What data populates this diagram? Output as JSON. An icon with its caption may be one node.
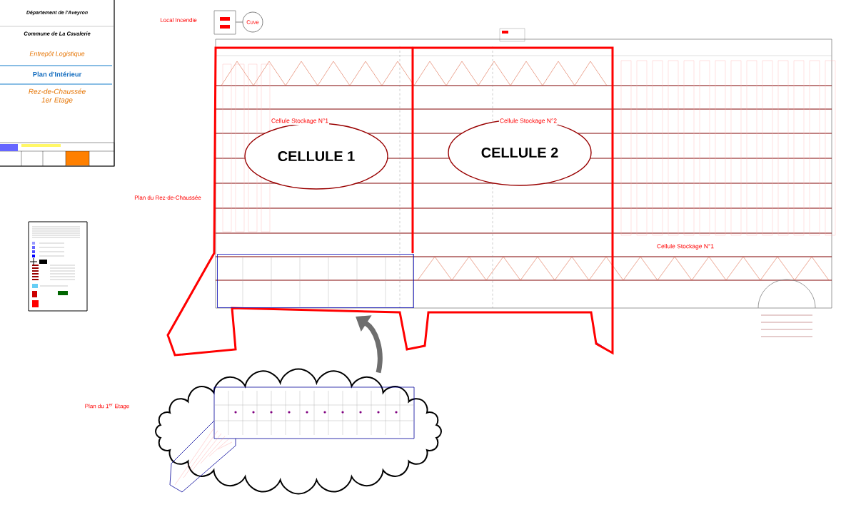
{
  "diagram": {
    "nodes": [
      {
        "text": [],
        "shape": "box"
      },
      {
        "text": [
          "CELLULE 1"
        ]
      },
      {
        "text": [
          "CELLULE 2"
        ]
      },
      {
        "text": [],
        "shape": "cloud"
      }
    ],
    "edges": [
      {
        "from": 3,
        "to": 0,
        "arrow": "to"
      }
    ],
    "labels": [
      "Département de l'Aveyron",
      "Commune de La Cavalerie",
      "Entrepôt Logistique",
      "Plan d'Intérieur",
      "Rez-de-Chaussée 1er Etage",
      "Local Incendie",
      "Cuve",
      "Cellule Stockage N°1",
      "Cellule Stockage N°2",
      "Plan du Rez-de-Chaussée",
      "Cellule Stockage N°1",
      "Plan du 1$^{er}$ Etage"
    ]
  }
}
